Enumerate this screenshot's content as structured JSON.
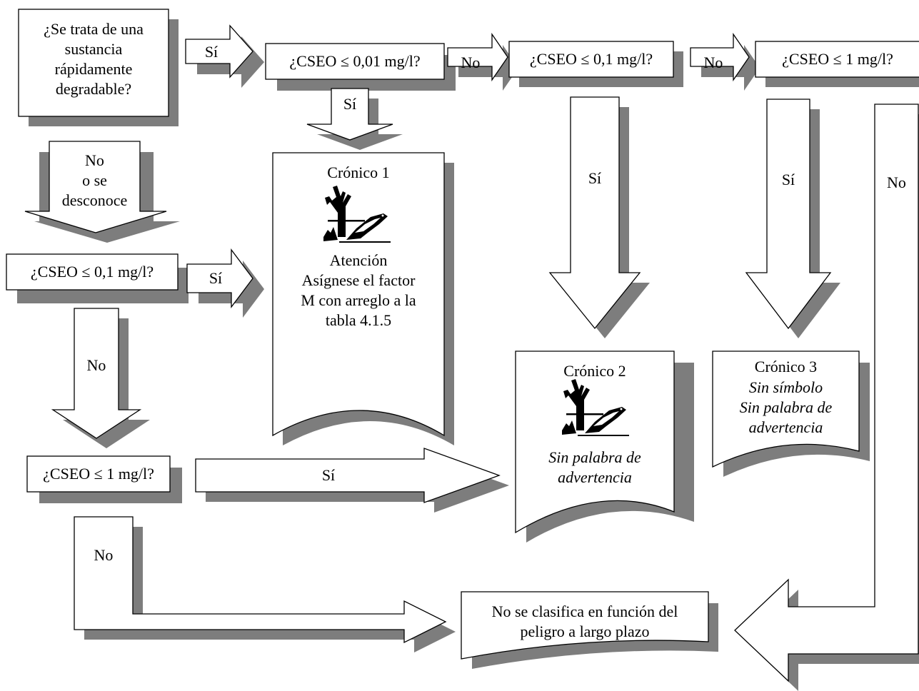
{
  "nodes": {
    "q_degradable": [
      "¿Se trata de una",
      "sustancia",
      "rápidamente",
      "degradable?"
    ],
    "q_cseo_001": "¿CSEO ≤ 0,01 mg/l?",
    "q_cseo_01_top": "¿CSEO ≤ 0,1 mg/l?",
    "q_cseo_1_top": "¿CSEO ≤ 1 mg/l?",
    "q_cseo_01_left": "¿CSEO ≤ 0,1 mg/l?",
    "q_cseo_1_left": "¿CSEO ≤ 1 mg/l?",
    "chronic1": {
      "title": "Crónico 1",
      "lines": [
        "Atención",
        "Asígnese el factor",
        "M con arreglo a la",
        "tabla 4.1.5"
      ]
    },
    "chronic2": {
      "title": "Crónico 2",
      "lines": [
        "Sin palabra de",
        "advertencia"
      ]
    },
    "chronic3": {
      "title": "Crónico 3",
      "lines": [
        "Sin símbolo",
        "Sin palabra de",
        "advertencia"
      ]
    },
    "not_classified": [
      "No se clasifica en función del",
      "peligro a largo plazo"
    ]
  },
  "arrows": {
    "a1": "Sí",
    "a2": "No",
    "a3": "No",
    "a4": "Sí",
    "a5": "Sí",
    "a6": "Sí",
    "a7": "No",
    "a8": [
      "No",
      "o se",
      "desconoce"
    ],
    "a9": "Sí",
    "a10": "No",
    "a11": "Sí",
    "a12": "No"
  },
  "icons": {
    "chronic1": "environment-hazard-icon",
    "chronic2": "environment-hazard-icon"
  }
}
